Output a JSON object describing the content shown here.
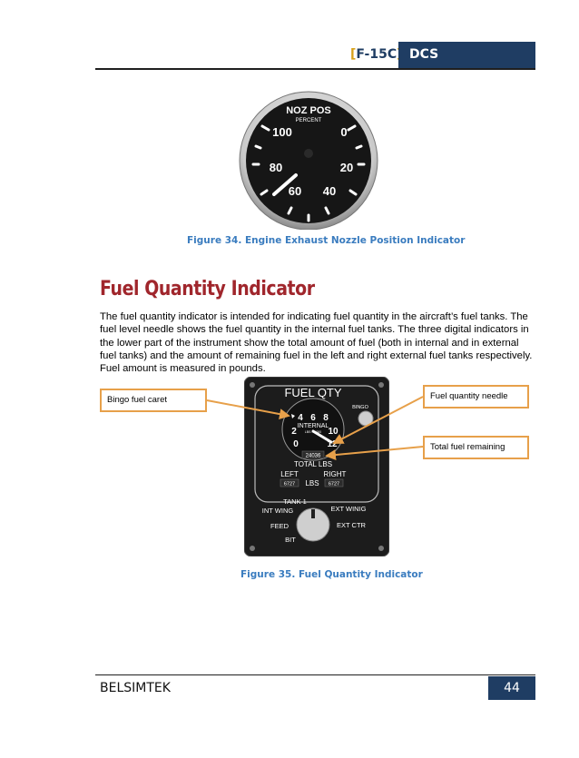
{
  "header": {
    "bracket_open": "[",
    "aircraft": "F-15C",
    "bracket_close": "]",
    "tag": "DCS"
  },
  "figure34": {
    "gauge_title": "NOZ POS",
    "gauge_subtitle": "PERCENT",
    "scale": [
      "100",
      "0",
      "80",
      "20",
      "60",
      "40"
    ],
    "caption": "Figure 34. Engine Exhaust Nozzle Position Indicator"
  },
  "section": {
    "title": "Fuel Quantity Indicator",
    "body": "The fuel quantity indicator is intended for indicating fuel quantity in the aircraft’s fuel tanks. The fuel level needle shows the fuel quantity in the internal fuel tanks. The three digital indicators in the lower part of the instrument show the total amount of fuel (both in internal and in external fuel tanks) and the amount of remaining fuel in the left and right external fuel tanks respectively. Fuel amount is measured in pounds."
  },
  "figure35": {
    "panel_title": "FUEL QTY",
    "bingo": "BINGO",
    "dial_numbers": [
      "4",
      "6",
      "8",
      "2",
      "10",
      "0",
      "12"
    ],
    "dial_label": "INTERNAL",
    "dial_sublabel": "LBS × 1000",
    "total_value": "24036",
    "total_label": "TOTAL LBS",
    "left_label": "LEFT",
    "right_label": "RIGHT",
    "lbs_label": "LBS",
    "left_value": "6727",
    "right_value": "6727",
    "selector": {
      "top": "TANK 1",
      "int_wing": "INT WING",
      "ext_wing": "EXT WINIG",
      "feed": "FEED",
      "ext_ctr": "EXT CTR",
      "bit": "BIT"
    },
    "callouts": {
      "bingo": "Bingo fuel caret",
      "needle": "Fuel quantity needle",
      "total": "Total fuel remaining"
    },
    "caption": "Figure 35. Fuel Quantity Indicator"
  },
  "footer": {
    "company": "BELSIMTEK",
    "page": "44"
  },
  "colors": {
    "brand_blue": "#1f3d63",
    "accent_gold": "#d8a11a",
    "heading_red": "#a0262c",
    "caption_blue": "#3a7cbf",
    "callout_orange": "#e7a04a"
  }
}
